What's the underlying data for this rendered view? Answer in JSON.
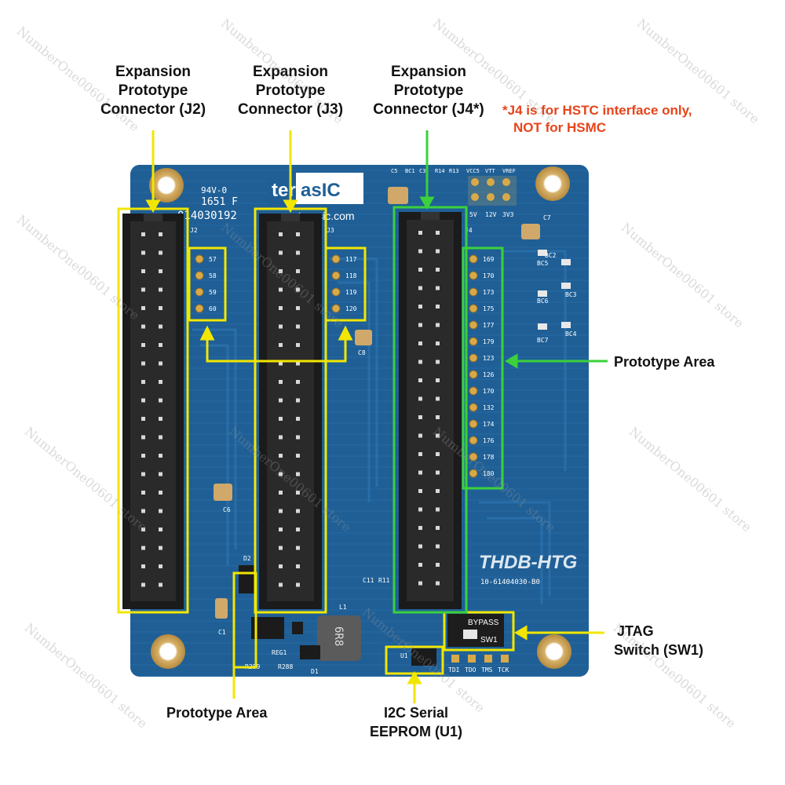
{
  "callouts": {
    "j2": [
      "Expansion",
      "Prototype",
      "Connector (J2)"
    ],
    "j3": [
      "Expansion",
      "Prototype",
      "Connector (J3)"
    ],
    "j4": [
      "Expansion",
      "Prototype",
      "Connector (J4*)"
    ],
    "note": [
      "*J4 is for HSTC interface only,",
      "NOT for HSMC"
    ],
    "proto_right": "Prototype Area",
    "proto_bottom": "Prototype Area",
    "eeprom": [
      "I2C Serial",
      "EEPROM (U1)"
    ],
    "jtag": [
      "JTAG",
      "Switch (SW1)"
    ]
  },
  "board": {
    "logo_left": "ter",
    "logo_right": "asIC",
    "website": "terasic.com",
    "board_name": "THDB-HTG",
    "rev_text": "10-61404030-B0",
    "silk_94v": "94V-0",
    "silk_1651": "1651 F",
    "silk_serial": "014030192",
    "header_j2_pins": [
      "57",
      "58",
      "59",
      "60"
    ],
    "header_j3_pins": [
      "117",
      "118",
      "119",
      "120"
    ],
    "header_j4_pins": [
      "169",
      "170",
      "173",
      "175",
      "177",
      "179",
      "123",
      "126",
      "170",
      "132",
      "174",
      "176",
      "178",
      "180"
    ],
    "top_labels": [
      "C5",
      "BC1",
      "C3",
      "R14",
      "R13",
      "VCC5",
      "VTT",
      "VREF"
    ],
    "top_power": [
      "5V",
      "12V",
      "3V3"
    ],
    "jtag_pins": [
      "TDI",
      "TDO",
      "TMS",
      "TCK"
    ],
    "bypass": "BYPASS",
    "sw1": "SW1",
    "labels_misc": [
      "J2",
      "J3",
      "J4",
      "C8",
      "C6",
      "C1",
      "C11",
      "R11",
      "L1",
      "D2",
      "REG1",
      "R289",
      "R288",
      "D1",
      "BC2",
      "BC3",
      "BC4",
      "BC5",
      "BC6",
      "BC7",
      "C7",
      "U1"
    ],
    "inductor": "6R8"
  },
  "watermark": "NumberOne00601 store",
  "colors": {
    "pcb": "#1f5f96",
    "pcb_dark": "#174a78",
    "highlight_yellow": "#f2e600",
    "highlight_green": "#3bd13b",
    "note_red": "#e8431a"
  }
}
